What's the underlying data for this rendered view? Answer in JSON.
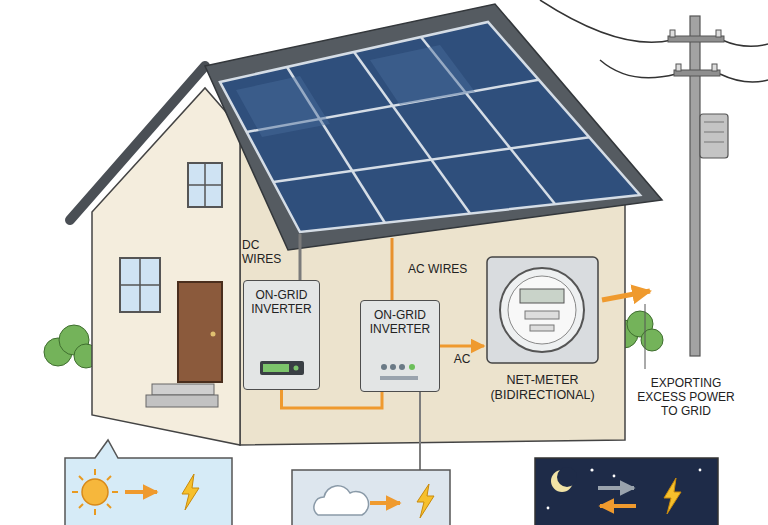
{
  "diagram": {
    "nodes": [
      {
        "text": [
          "ON-GRID INVERTER"
        ]
      },
      {
        "text": [
          "ON-GRID INVERTER"
        ]
      },
      {
        "text": [
          "NET-METER (BIDIRECTIONAL)"
        ]
      }
    ],
    "edges": [
      {
        "from": 1,
        "to": 2,
        "arrow": "to",
        "label": "AC"
      },
      {
        "from": 0,
        "to": 1,
        "arrow": "none"
      }
    ],
    "labels": [
      "DC WIRES",
      "AC WIRES",
      "EXPORTING EXCESS POWER TO GRID"
    ]
  }
}
